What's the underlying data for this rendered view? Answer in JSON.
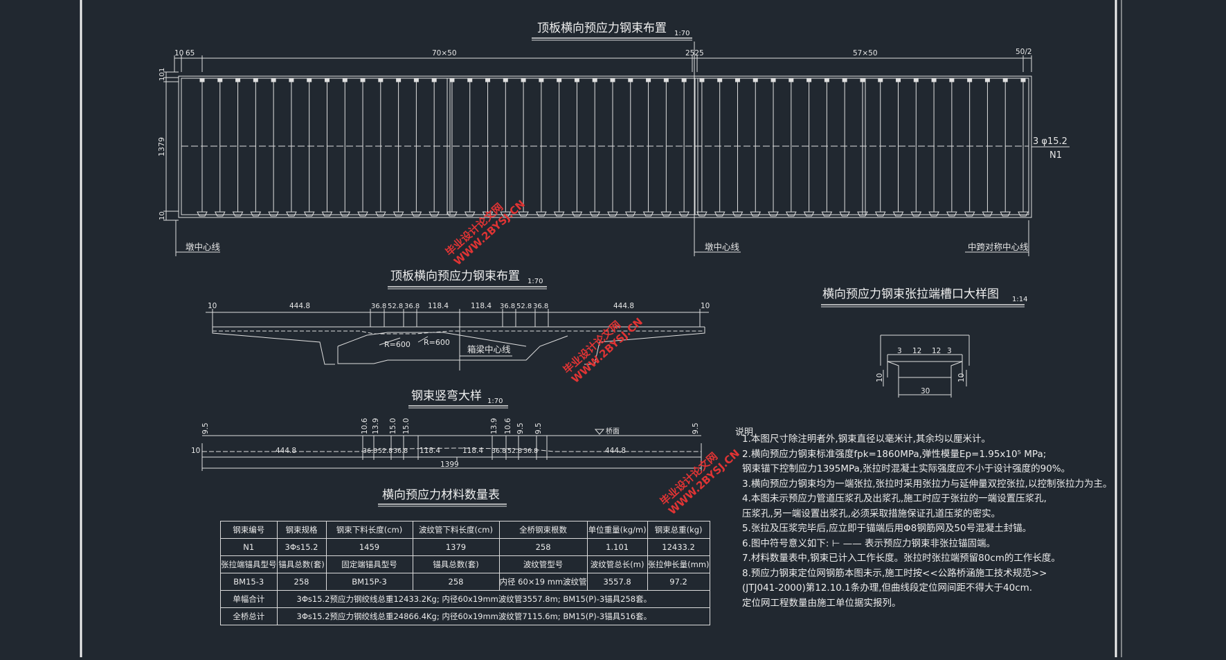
{
  "titles": {
    "plan": "顶板横向预应力钢束布置",
    "plan_scale": "1:70",
    "section": "顶板横向预应力钢束布置",
    "section_scale": "1:70",
    "bend": "钢束竖弯大样",
    "bend_scale": "1:70",
    "detail": "横向预应力钢束张拉端槽口大样图",
    "detail_scale": "1:14",
    "table": "横向预应力材料数量表"
  },
  "plan": {
    "dims_top": [
      "10",
      "65",
      "70×50",
      "2525",
      "57×50",
      "50/2"
    ],
    "dims_left": [
      "10",
      "1",
      "1379",
      "10"
    ],
    "tendon_label": "3 φ15.2",
    "tendon_id": "N1",
    "labels": [
      "墩中心线",
      "墩中心线",
      "中跨对称中心线"
    ]
  },
  "section": {
    "dims": [
      "10",
      "444.8",
      "36.8",
      "52.8",
      "36.8",
      "118.4",
      "118.4",
      "36.8",
      "52.8",
      "36.8",
      "444.8",
      "10"
    ],
    "r1": "R=600",
    "r2": "R=600",
    "centerline": "箱梁中心线"
  },
  "bend": {
    "dims_v": [
      "9.5",
      "9.5",
      "10.6",
      "13.9",
      "15.0",
      "15.0",
      "13.9",
      "10.6",
      "9.5",
      "9.5"
    ],
    "dims_h": [
      "10",
      "444.8",
      "36.8",
      "52.8",
      "36.8",
      "118.4",
      "118.4",
      "36.8",
      "52.8",
      "36.8",
      "444.8"
    ],
    "total": "1399",
    "deck": "桥面"
  },
  "detail": {
    "dims": [
      "3",
      "12",
      "12",
      "3",
      "10",
      "10",
      "30"
    ]
  },
  "notes": {
    "title": "说明",
    "items": [
      "1.本图尺寸除注明者外,钢束直径以毫米计,其余均以厘米计。",
      "2.横向预应力钢束标准强度fpk=1860MPa,弹性模量Ep=1.95x10⁵ MPa;",
      "   钢束锚下控制应力1395MPa,张拉时混凝土实际强度应不小于设计强度的90%。",
      "3.横向预应力钢束均为一端张拉,张拉时采用张拉力与延伸量双控张拉,以控制张拉力为主。",
      "4.本图未示预应力管道压浆孔及出浆孔,施工时应于张拉的一端设置压浆孔,",
      "   压浆孔,另一端设置出浆孔,必须采取措施保证孔道压浆的密实。",
      "5.张拉及压浆完毕后,应立即于锚端后用Φ8钢筋网及50号混凝土封锚。",
      "6.图中符号意义如下:    ⊢ ——    表示预应力钢束非张拉锚固端。",
      "7.材料数量表中,钢束已计入工作长度。张拉时张拉端预留80cm的工作长度。",
      "8.预应力钢束定位网钢筋本图未示,施工时按<<公路桥涵施工技术规范>>",
      "   (JTJ041-2000)第12.10.1条办理,但曲线段定位网间距不得大于40cm.",
      "   定位网工程数量由施工单位据实报列。"
    ]
  },
  "table": {
    "row1": [
      "钢束编号",
      "钢束规格",
      "钢束下料长度(cm)",
      "波纹管下料长度(cm)",
      "全桥钢束根数",
      "单位重量(kg/m)",
      "钢束总重(kg)"
    ],
    "row2": [
      "N1",
      "3Φs15.2",
      "1459",
      "1379",
      "258",
      "1.101",
      "12433.2"
    ],
    "row3": [
      "张拉端锚具型号",
      "锚具总数(套)",
      "固定端锚具型号",
      "锚具总数(套)",
      "波纹管型号",
      "波纹管总长(m)",
      "张拉伸长量(mm)"
    ],
    "row4": [
      "BM15-3",
      "258",
      "BM15P-3",
      "258",
      "内径 60×19 mm波纹管",
      "3557.8",
      "97.2"
    ],
    "row5_label": "单幅合计",
    "row5_value": "3Φs15.2预应力钢绞线总重12433.2Kg; 内径60x19mm波纹管3557.8m; BM15(P)-3锚具258套。",
    "row6_label": "全桥总计",
    "row6_value": "3Φs15.2预应力钢绞线总重24866.4Kg; 内径60x19mm波纹管7115.6m; BM15(P)-3锚具516套。"
  },
  "watermarks": [
    {
      "line1": "毕业设计论文网",
      "line2": "WWW.2BYSJ.CN"
    },
    {
      "line1": "毕业设计论文网",
      "line2": "WWW.2BYSJ.CN"
    },
    {
      "line1": "毕业设计论文网",
      "line2": "WWW.2BYSJ.CN"
    }
  ]
}
